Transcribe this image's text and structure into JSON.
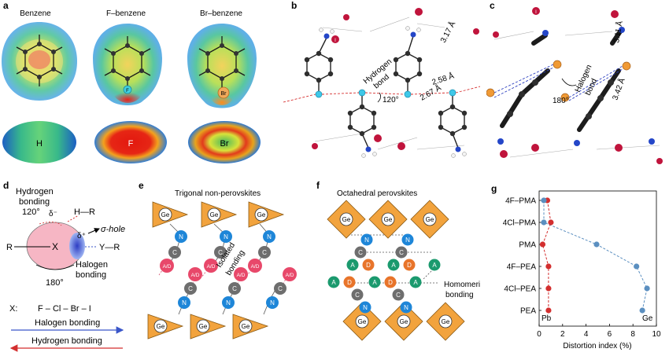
{
  "panel_labels": {
    "a": "a",
    "b": "b",
    "c": "c",
    "d": "d",
    "e": "e",
    "f": "f",
    "g": "g"
  },
  "panel_a": {
    "titles": [
      "Benzene",
      "F–benzene",
      "Br–benzene"
    ],
    "bottom_labels": [
      "H",
      "F",
      "Br"
    ],
    "atom_labels": [
      "F",
      "Br"
    ]
  },
  "panel_b": {
    "distances": [
      "3.17 Å",
      "2.58 Å",
      "2.67 Å"
    ],
    "bond_label": [
      "Hydrogen",
      "bond"
    ],
    "angle": "120°",
    "iodide": "I"
  },
  "panel_c": {
    "distances": [
      "3.11 Å",
      "3.42 Å"
    ],
    "bond_label": [
      "Halogen",
      "bond"
    ],
    "angle": "180°",
    "iodide": "I"
  },
  "panel_d": {
    "hydrogen_bonding": [
      "Hydrogen",
      "bonding"
    ],
    "angle_120": "120°",
    "delta_minus": "δ⁻",
    "delta_plus": "δ⁺",
    "h_r": "H—R",
    "sigma_hole": "σ-hole",
    "r": "R",
    "x": "X",
    "y_r": "Y—R",
    "halogen_bonding": [
      "Halogen",
      "bonding"
    ],
    "angle_180": "180°",
    "x_series_label": "X:",
    "x_series": "F – Cl – Br – I",
    "arrow_halogen": "Halogen bonding",
    "arrow_hydrogen": "Hydrogen bonding",
    "colors": {
      "halogen_arrow": "#3a56c9",
      "hydrogen_arrow": "#d32f2f"
    }
  },
  "panel_e": {
    "title": "Trigonal non-perovskites",
    "ge": "Ge",
    "n": "N",
    "c": "C",
    "ad": "A/D",
    "isolated": [
      "Isolated",
      "bonding"
    ]
  },
  "panel_f": {
    "title": "Octahedral perovskites",
    "ge": "Ge",
    "n": "N",
    "c": "C",
    "a": "A",
    "d": "D",
    "homomeric": [
      "Homomeric",
      "bonding"
    ]
  },
  "chart_data": {
    "type": "scatter",
    "categories": [
      "PEA",
      "4Cl–PEA",
      "4F–PEA",
      "PMA",
      "4Cl–PMA",
      "4F–PMA"
    ],
    "series": [
      {
        "name": "Pb",
        "values": [
          0.8,
          0.8,
          0.8,
          0.3,
          1.0,
          0.7
        ],
        "color": "#d32f2f"
      },
      {
        "name": "Ge",
        "values": [
          8.8,
          9.2,
          8.3,
          4.9,
          0.4,
          0.4
        ],
        "color": "#5b8fc0"
      }
    ],
    "xlabel": "Distortion index (%)",
    "xlim": [
      0,
      10
    ],
    "xticks": [
      "0",
      "2",
      "4",
      "6",
      "8",
      "10"
    ]
  }
}
